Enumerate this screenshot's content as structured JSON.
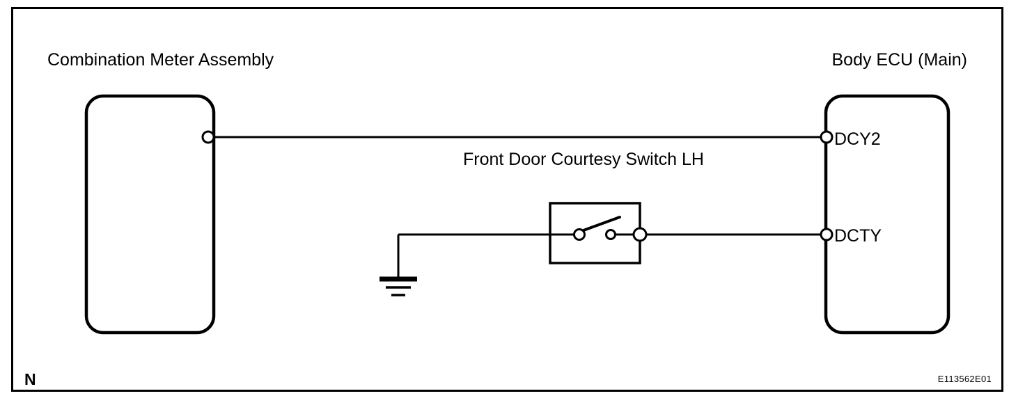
{
  "diagram": {
    "title_left": "Combination Meter Assembly",
    "title_right": "Body ECU (Main)",
    "switch_label": "Front Door Courtesy Switch LH",
    "terminals": [
      {
        "name": "DCY2"
      },
      {
        "name": "DCTY"
      }
    ],
    "corner_marker": "N",
    "reference_code": "E113562E01",
    "colors": {
      "line": "#000000",
      "background": "#ffffff",
      "text": "#000000"
    }
  }
}
